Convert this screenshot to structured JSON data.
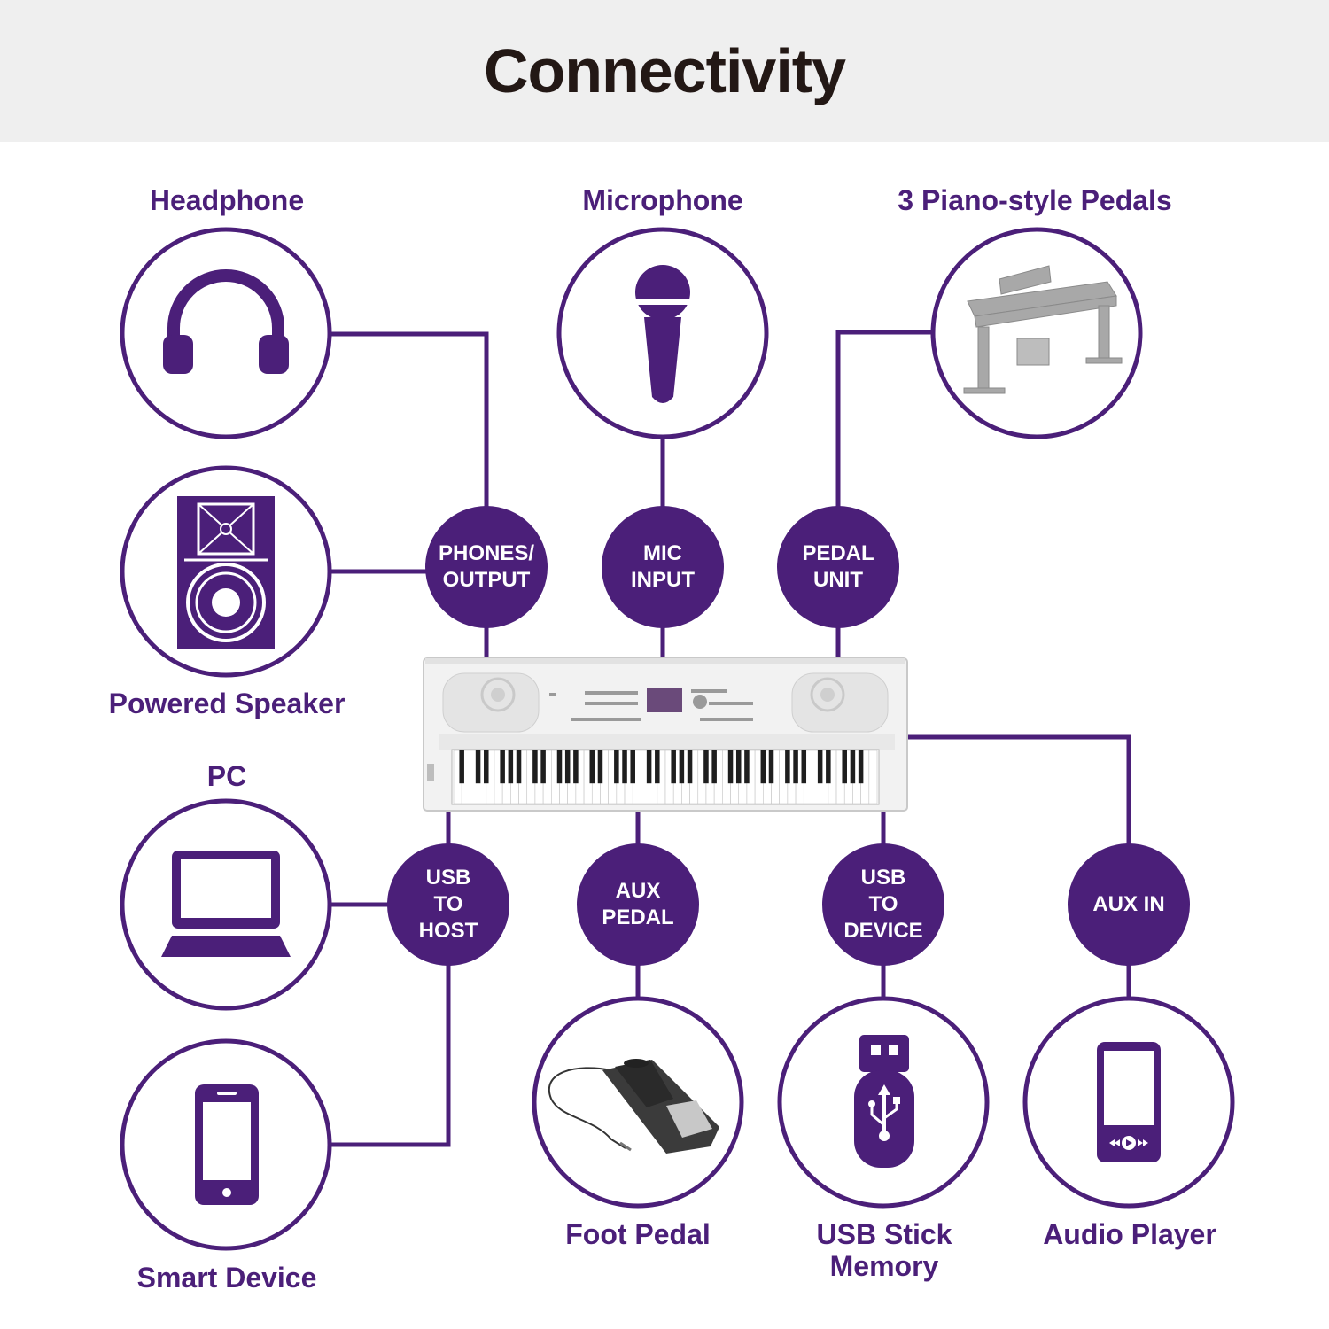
{
  "title": "Connectivity",
  "colors": {
    "accent": "#4b1f79",
    "header_bg": "#efefef",
    "title_text": "#231815"
  },
  "devices": {
    "headphone": "Headphone",
    "microphone": "Microphone",
    "pedals": "3 Piano-style Pedals",
    "speaker": "Powered Speaker",
    "pc": "PC",
    "smart_device": "Smart Device",
    "foot_pedal": "Foot Pedal",
    "usb_stick_line1": "USB Stick",
    "usb_stick_line2": "Memory",
    "audio_player": "Audio Player"
  },
  "ports": {
    "phones_output": "PHONES/\nOUTPUT",
    "mic_input": "MIC\nINPUT",
    "pedal_unit": "PEDAL\nUNIT",
    "usb_to_host": "USB\nTO\nHOST",
    "aux_pedal": "AUX\nPEDAL",
    "usb_to_device": "USB\nTO\nDEVICE",
    "aux_in": "AUX IN"
  },
  "icons": [
    "headphone-icon",
    "microphone-icon",
    "piano-icon",
    "speaker-icon",
    "laptop-icon",
    "smartphone-icon",
    "foot-pedal-icon",
    "usb-stick-icon",
    "audio-player-icon",
    "digital-piano-image"
  ]
}
